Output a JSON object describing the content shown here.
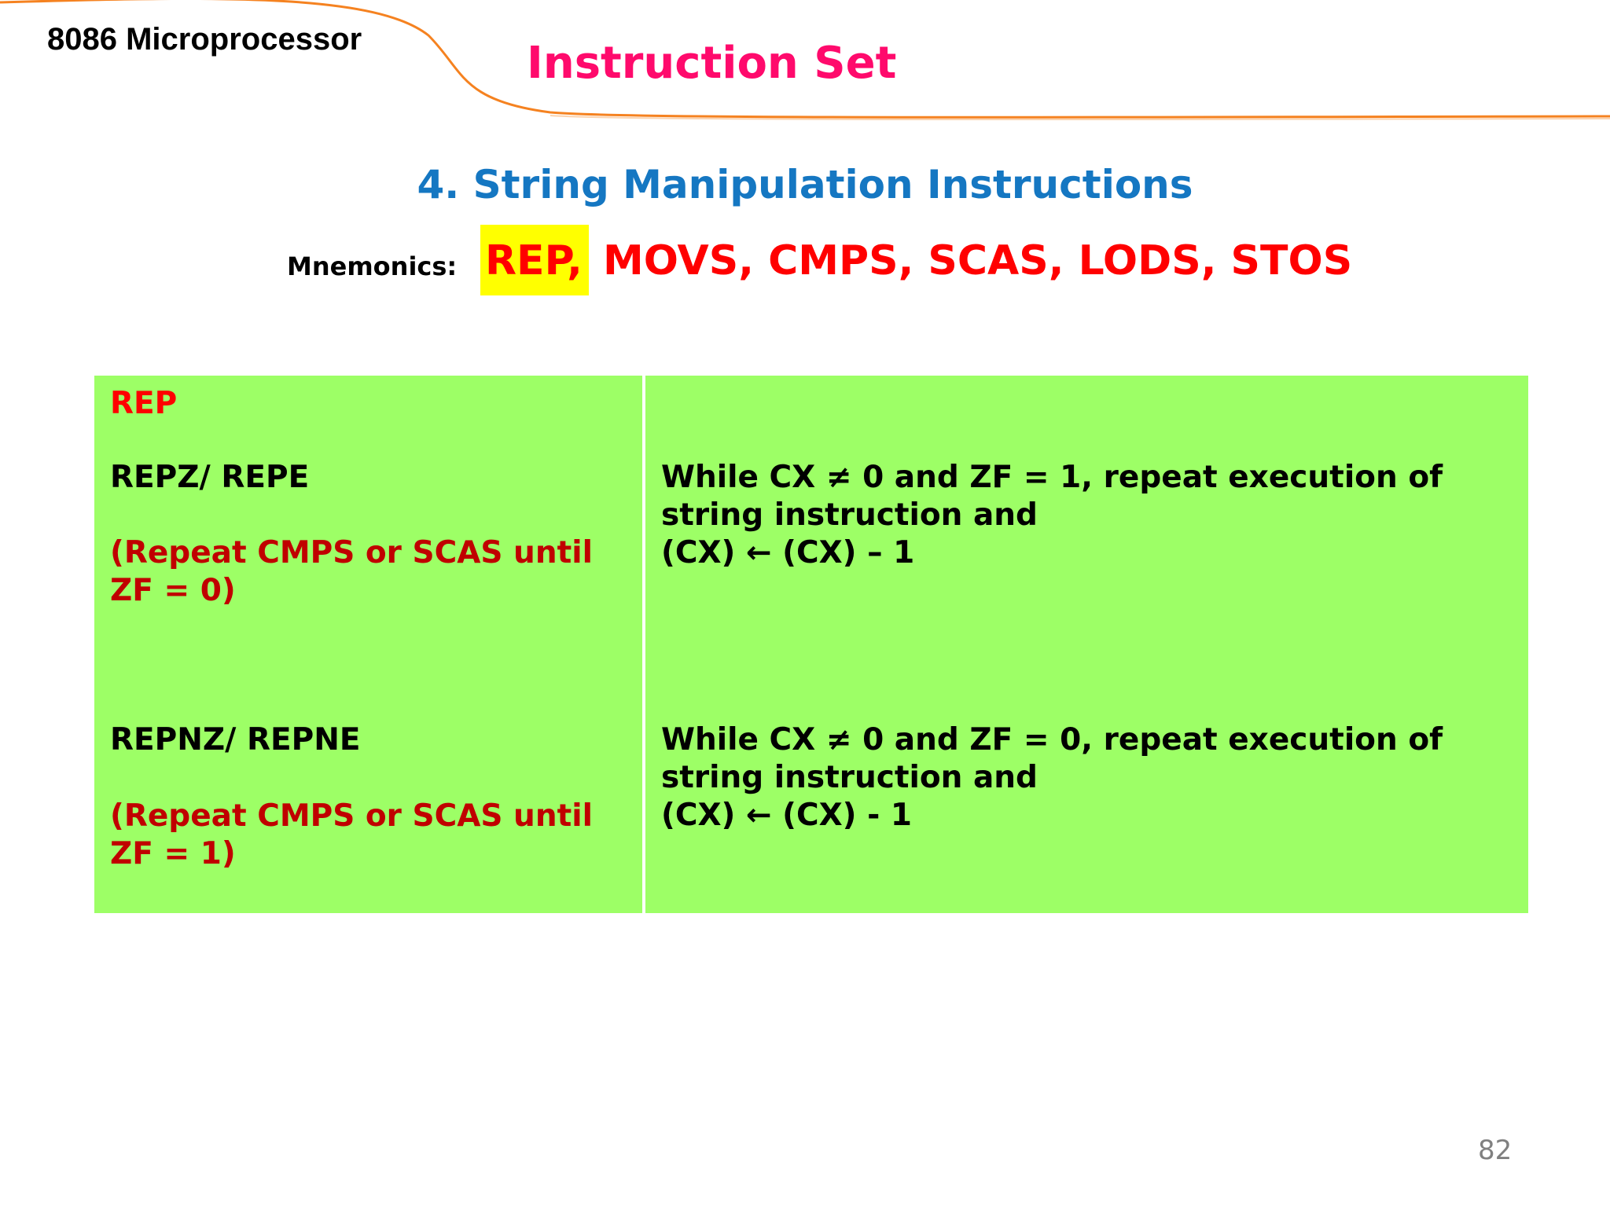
{
  "header": {
    "course_title": "8086 Microprocessor",
    "slide_title": "Instruction Set"
  },
  "section": {
    "heading": "4. String Manipulation Instructions"
  },
  "mnemonics": {
    "label": "Mnemonics:",
    "highlighted": "REP,",
    "rest": "MOVS, CMPS, SCAS, LODS, STOS"
  },
  "table": {
    "title": "REP",
    "rows": [
      {
        "mnemonic": "REPZ/ REPE",
        "note_line1": "(Repeat CMPS or SCAS until",
        "note_line2": "ZF = 0)",
        "desc_line1": "While CX ≠ 0 and ZF = 1, repeat execution of",
        "desc_line2": "string instruction and",
        "desc_line3": "(CX) ← (CX) – 1"
      },
      {
        "mnemonic": "REPNZ/ REPNE",
        "note_line1": "(Repeat CMPS or SCAS until",
        "note_line2": "ZF = 1)",
        "desc_line1": "While CX ≠ 0 and ZF = 0, repeat execution of",
        "desc_line2": "string instruction and",
        "desc_line3": "(CX) ← (CX) - 1"
      }
    ]
  },
  "page_number": "82",
  "colors": {
    "slide_title": "#ff0a6c",
    "section_heading": "#1577c2",
    "mnemonic_red": "#ff0000",
    "highlight": "#ffff00",
    "table_bg": "#9dff66",
    "note_darkred": "#c00000",
    "header_curve": "#f58220"
  }
}
